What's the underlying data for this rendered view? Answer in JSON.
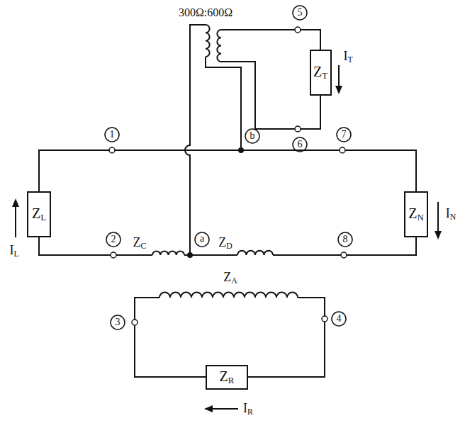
{
  "diagram": {
    "nodes": [
      {
        "text": [
          "ZT"
        ]
      },
      {
        "text": [
          "ZL"
        ]
      },
      {
        "text": [
          "ZN"
        ]
      },
      {
        "text": [
          "ZR"
        ]
      }
    ],
    "edges": [
      {
        "from": 1,
        "to": 2,
        "arrow": "none"
      }
    ],
    "labels": [
      "300Ω:600Ω",
      "5",
      "IT",
      "6",
      "1",
      "b",
      "7",
      "IL",
      "IN",
      "2",
      "ZC",
      "a",
      "ZD",
      "8",
      "ZA",
      "3",
      "4",
      "IR"
    ]
  }
}
